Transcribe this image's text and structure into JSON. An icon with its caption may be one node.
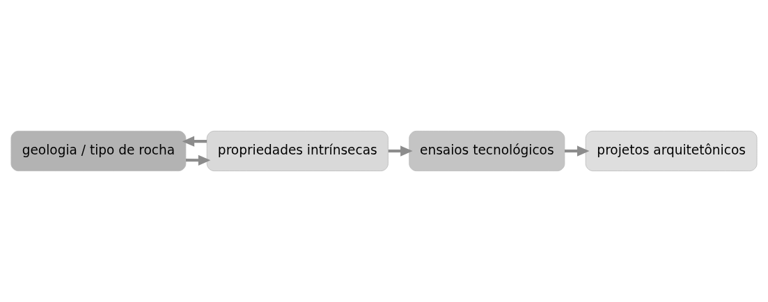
{
  "diagram": {
    "nodes": [
      {
        "text": [
          "geologia / tipo de rocha"
        ]
      },
      {
        "text": [
          "propriedades intrínsecas"
        ]
      },
      {
        "text": [
          "ensaios tecnológicos"
        ]
      },
      {
        "text": [
          "projetos arquitetônicos"
        ]
      }
    ],
    "edges": [
      {
        "from": 0,
        "to": 1,
        "arrow": "to"
      },
      {
        "from": 1,
        "to": 0,
        "arrow": "to"
      },
      {
        "from": 1,
        "to": 2,
        "arrow": "to"
      },
      {
        "from": 2,
        "to": 3,
        "arrow": "to"
      }
    ]
  }
}
